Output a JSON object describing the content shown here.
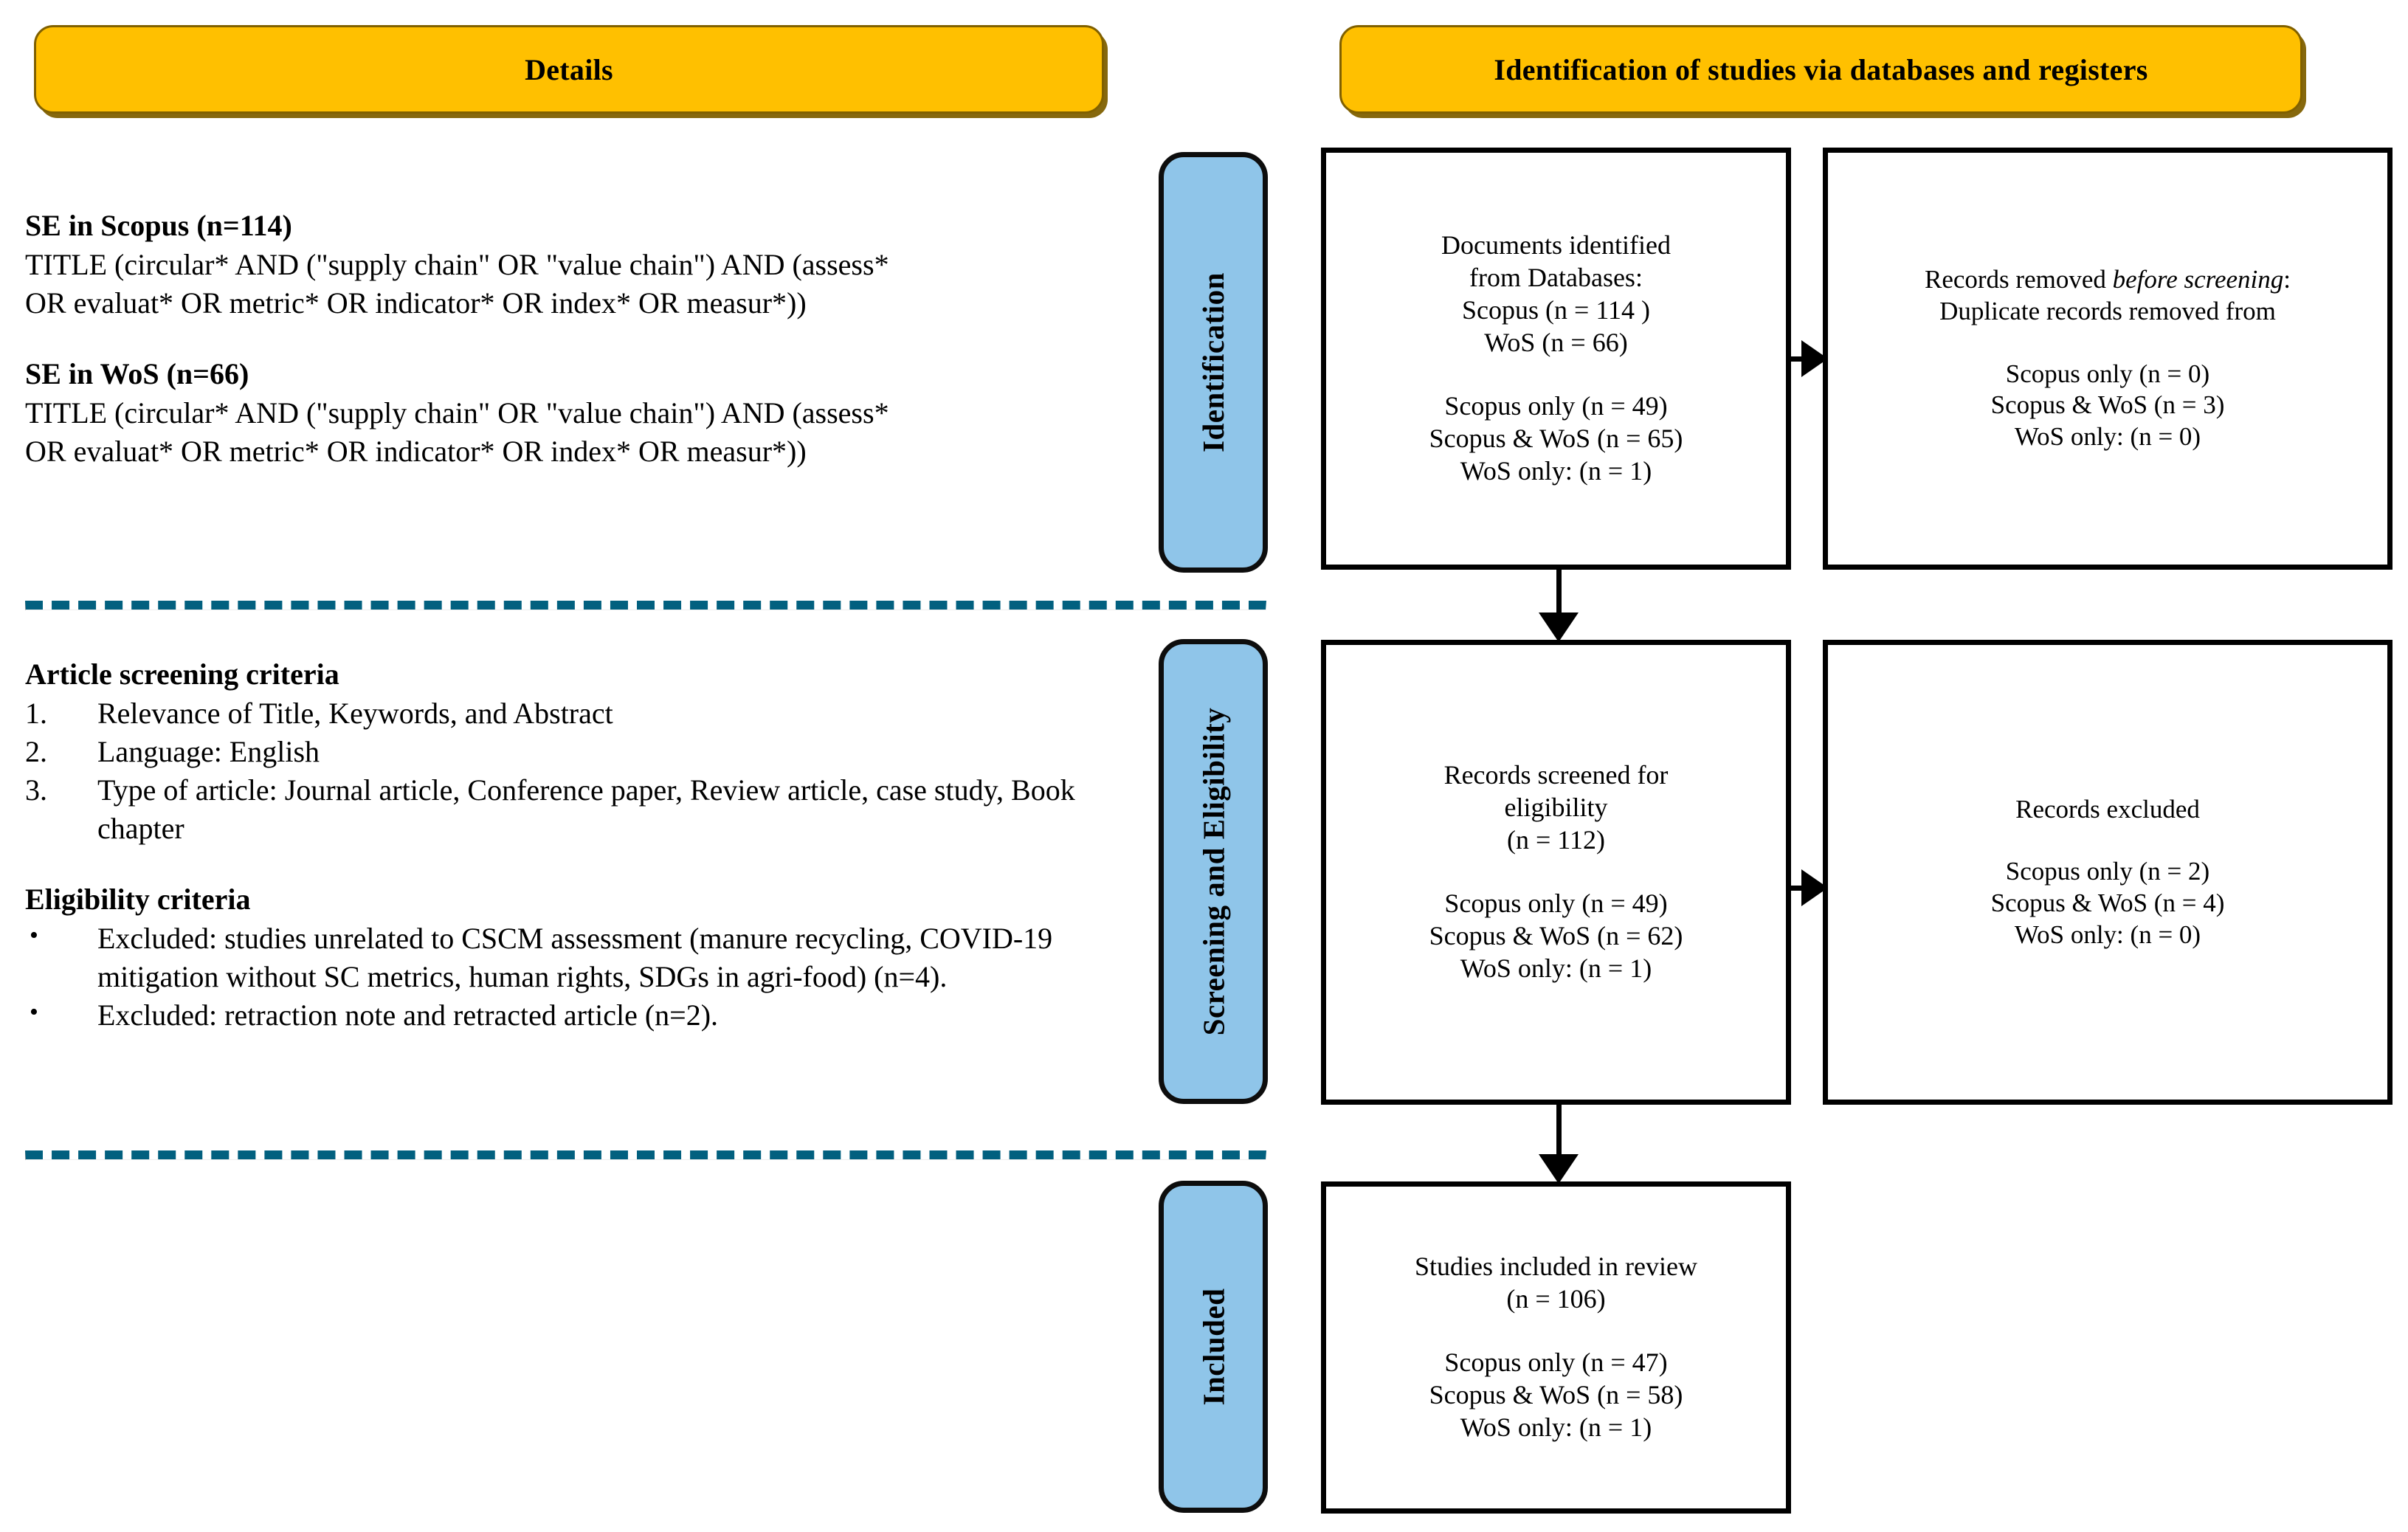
{
  "banners": {
    "left": "Details",
    "right": "Identification of studies via databases and registers"
  },
  "stages": [
    {
      "id": "identification",
      "label": "Identification"
    },
    {
      "id": "screening_eligibility",
      "label": "Screening and Eligibility"
    },
    {
      "id": "included",
      "label": "Included"
    }
  ],
  "details": {
    "scopus_search": {
      "heading": "SE in Scopus (n=114)",
      "line1": "TITLE (circular* AND (\"supply chain\" OR \"value chain\") AND (assess*",
      "line2": "OR evaluat* OR metric* OR indicator* OR index* OR measur*))"
    },
    "wos_search": {
      "heading": "SE in WoS (n=66)",
      "line1": "TITLE (circular* AND (\"supply chain\" OR \"value chain\") AND (assess*",
      "line2": "OR evaluat* OR metric* OR indicator* OR index* OR measur*))"
    },
    "screening": {
      "heading": "Article screening criteria",
      "items": [
        {
          "marker": "1.",
          "text": "Relevance of Title, Keywords, and Abstract"
        },
        {
          "marker": "2.",
          "text": "Language: English"
        },
        {
          "marker": "3.",
          "text": "Type of article:  Journal article, Conference paper, Review article, case study, Book chapter"
        }
      ]
    },
    "eligibility": {
      "heading": "Eligibility criteria",
      "items": [
        {
          "marker": "•",
          "text": "Excluded: studies unrelated to CSCM assessment (manure recycling, COVID-19 mitigation without SC metrics, human rights, SDGs in agri-food) (n=4)."
        },
        {
          "marker": "•",
          "text": "Excluded: retraction note and retracted article (n=2)."
        }
      ]
    }
  },
  "flow": {
    "identified": {
      "title_line1": "Documents identified",
      "title_line2": "from Databases:",
      "title_line3": "Scopus (n = 114 )",
      "title_line4": "WoS (n = 66)",
      "breakdown_line1": "Scopus only (n = 49)",
      "breakdown_line2": "Scopus & WoS (n = 65)",
      "breakdown_line3": "WoS only: (n = 1)"
    },
    "removed": {
      "title_prefix": "Records removed ",
      "title_italic": "before screening",
      "title_suffix": ":",
      "title_line2": "Duplicate records removed from",
      "breakdown_line1": "Scopus only (n = 0)",
      "breakdown_line2": "Scopus & WoS (n = 3)",
      "breakdown_line3": "WoS only: (n = 0)"
    },
    "screened": {
      "title_line1": "Records screened for",
      "title_line2": "eligibility",
      "title_line3": "(n = 112)",
      "breakdown_line1": "Scopus only (n = 49)",
      "breakdown_line2": "Scopus & WoS (n = 62)",
      "breakdown_line3": "WoS only: (n = 1)"
    },
    "excluded": {
      "title_line1": "Records excluded",
      "breakdown_line1": "Scopus only (n = 2)",
      "breakdown_line2": "Scopus & WoS (n = 4)",
      "breakdown_line3": "WoS only: (n = 0)"
    },
    "included": {
      "title_line1": "Studies included in review",
      "title_line2": "(n = 106)",
      "breakdown_line1": "Scopus only (n = 47)",
      "breakdown_line2": "Scopus & WoS (n = 58)",
      "breakdown_line3": "WoS only: (n = 1)"
    }
  },
  "colors": {
    "banner_fill": "#FFC000",
    "banner_border": "#806000",
    "stage_fill": "#8FC5E9",
    "stage_border": "#0D0D0D",
    "box_border": "#000000",
    "dashed_separator": "#02607F"
  }
}
